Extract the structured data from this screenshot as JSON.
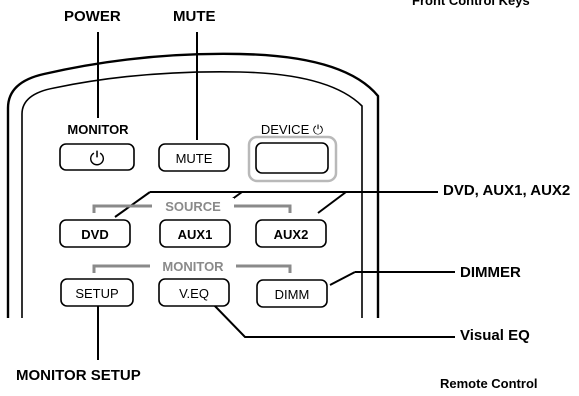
{
  "header": {
    "cut_off_title": "Front Control Keys"
  },
  "callouts": {
    "power": "POWER",
    "mute": "MUTE",
    "dvd_aux": "DVD, AUX1, AUX2",
    "dimmer": "DIMMER",
    "visual_eq": "Visual EQ",
    "monitor_setup": "MONITOR SETUP"
  },
  "remote": {
    "caption": "Remote Control",
    "monitor_label": "MONITOR",
    "power_symbol": "⏻",
    "mute_label": "MUTE",
    "device_label": "DEVICE ⏻",
    "source_group": "SOURCE",
    "dvd_label": "DVD",
    "aux1_label": "AUX1",
    "aux2_label": "AUX2",
    "monitor_group": "MONITOR",
    "setup_label": "SETUP",
    "veq_label": "V.EQ",
    "dimm_label": "DIMM"
  },
  "colors": {
    "outline": "#000000",
    "group_line": "#8a8a8a",
    "device_highlight": "#b9b9b9"
  }
}
